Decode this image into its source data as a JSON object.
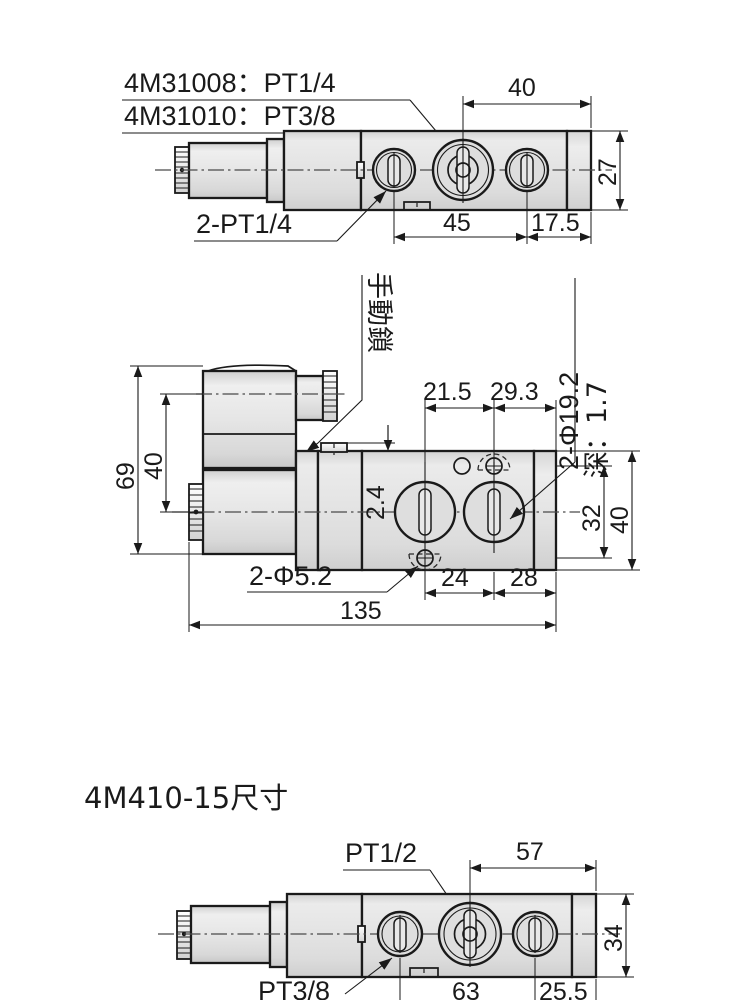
{
  "page": {
    "kind": "technical-dimension-drawing",
    "background_color": "#ffffff",
    "line_color": "#1a1a1a",
    "body_fill_color": "#e2e2e2"
  },
  "top_view": {
    "model_label_1": "4M31008：PT1/4",
    "model_label_2": "4M31010：PT3/8",
    "port_label": "2-PT1/4",
    "dimensions": {
      "width_40": "40",
      "height_27": "27",
      "len_45": "45",
      "len_17_5": "17.5"
    }
  },
  "middle_view": {
    "manual_lock_label": "手動鎖",
    "hole_label_dia": "2-Φ19.2",
    "hole_label_depth": "深：1.7",
    "mount_hole_label": "2-Φ5.2",
    "dimensions": {
      "height_69": "69",
      "height_40_left": "40",
      "height_2_4": "2.4",
      "dim_21_5": "21.5",
      "dim_29_3": "29.3",
      "height_32": "32",
      "height_40_right": "40",
      "len_24": "24",
      "len_28": "28",
      "len_135": "135"
    }
  },
  "bottom_section": {
    "title": "4M410-15尺寸",
    "port_label_top": "PT1/2",
    "port_label_bottom": "PT3/8",
    "dimensions": {
      "width_57": "57",
      "height_34": "34",
      "len_63": "63",
      "len_25_5": "25.5"
    }
  }
}
